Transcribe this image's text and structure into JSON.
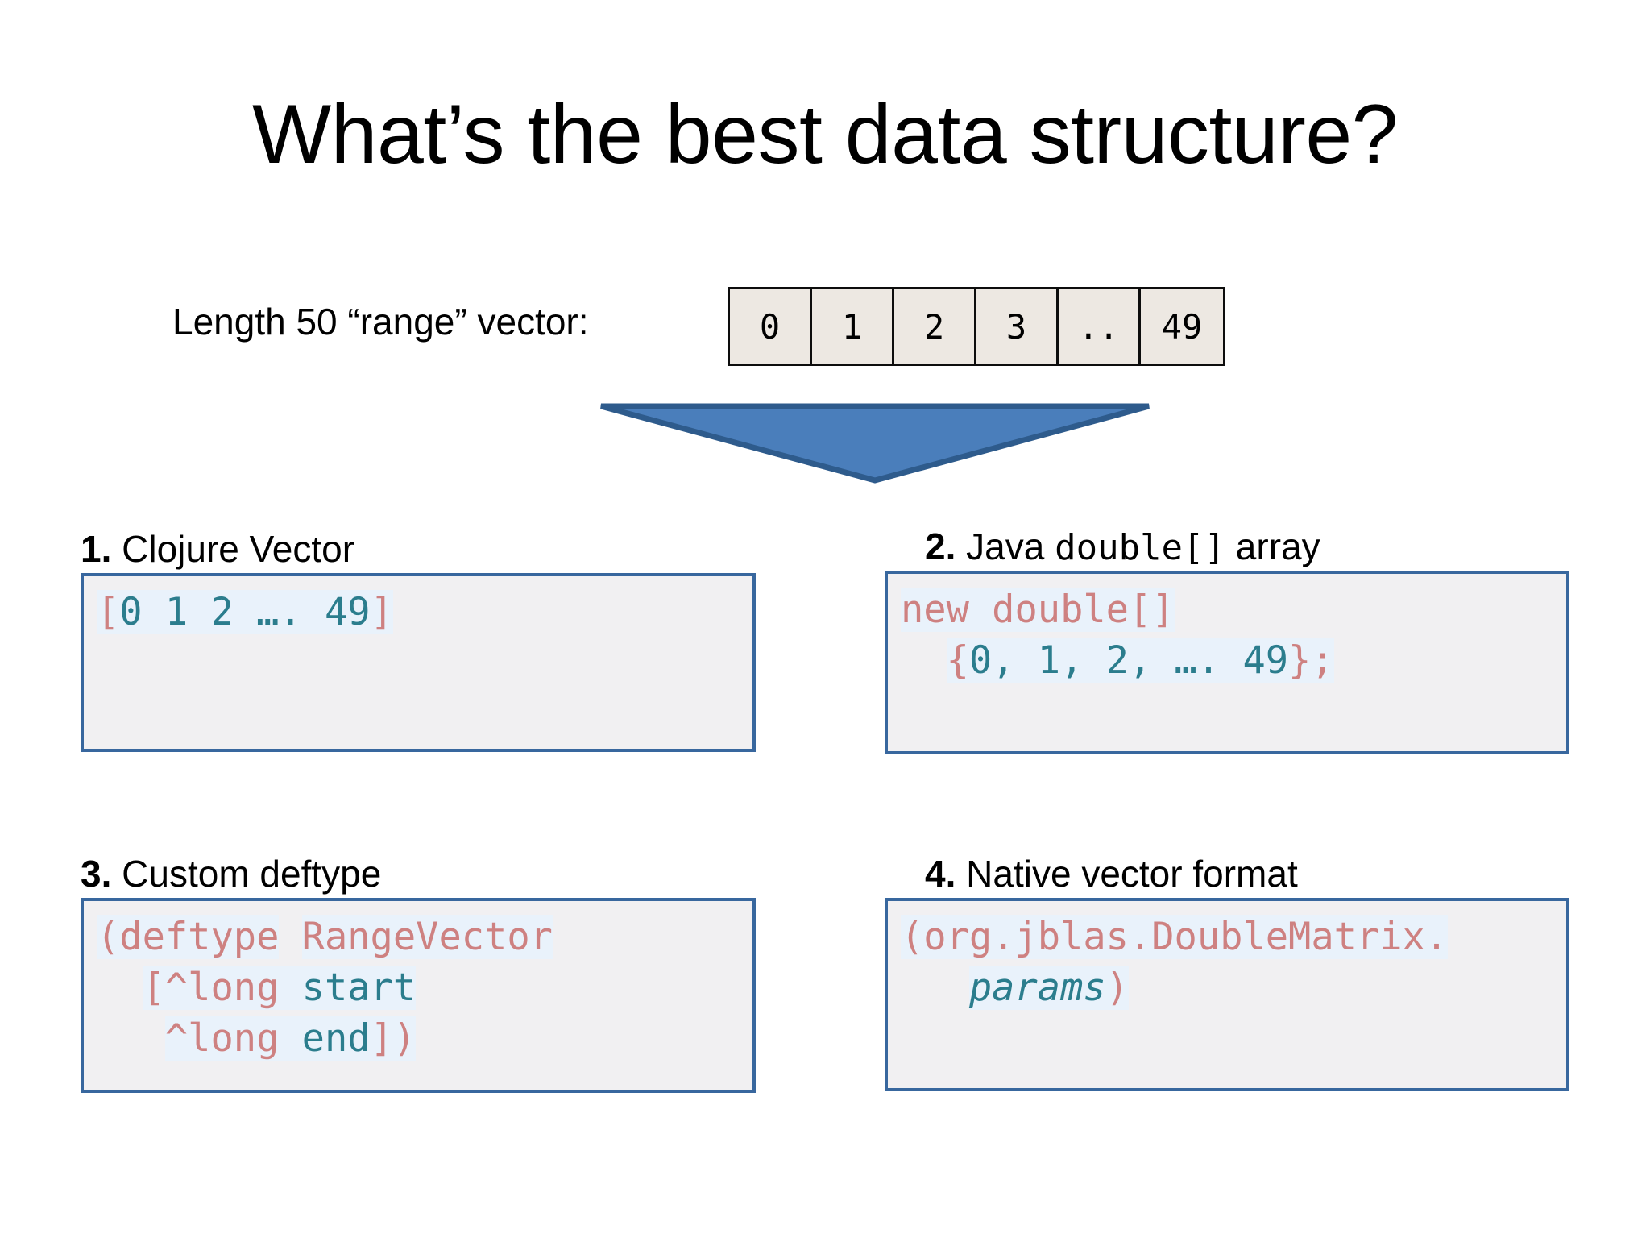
{
  "slide": {
    "title": "What’s the best data structure?"
  },
  "range_vector": {
    "label": "Length 50 “range” vector:",
    "cells": [
      "0",
      "1",
      "2",
      "3",
      "..",
      "49"
    ]
  },
  "arrow": {
    "icon": "down-triangle-arrow",
    "fill": "#4A7EBB",
    "stroke": "#2E5B8C"
  },
  "colors": {
    "box_border": "#38679E",
    "box_background": "#F1F0F2",
    "code_highlight": "#E9F2FB",
    "code_pink": "#CE8181",
    "code_teal": "#2B7D8D",
    "cell_background": "#EDE8E2",
    "cell_border": "#0D0D0D"
  },
  "options": [
    {
      "number": "1.",
      "title": "Clojure Vector",
      "title_mono": "",
      "title_tail": "",
      "code_lines": [
        [
          {
            "t": "[",
            "c": "pink",
            "hl": true
          },
          {
            "t": "0 1 2 …. 49",
            "c": "teal",
            "hl": true
          },
          {
            "t": "]",
            "c": "pink",
            "hl": true
          }
        ]
      ]
    },
    {
      "number": "2.",
      "title": "Java ",
      "title_mono": "double[]",
      "title_tail": " array",
      "code_lines": [
        [
          {
            "t": "new double",
            "c": "pink",
            "hl": true
          },
          {
            "t": "[]",
            "c": "pink",
            "hl": true
          }
        ],
        [
          {
            "t": "  ",
            "c": "pink",
            "hl": false
          },
          {
            "t": "{",
            "c": "pink",
            "hl": true
          },
          {
            "t": "0, 1, 2, …. 49",
            "c": "teal",
            "hl": true
          },
          {
            "t": "};",
            "c": "pink",
            "hl": true
          }
        ]
      ]
    },
    {
      "number": "3.",
      "title": "Custom deftype",
      "title_mono": "",
      "title_tail": "",
      "code_lines": [
        [
          {
            "t": "(deftype",
            "c": "pink",
            "hl": true
          },
          {
            "t": " ",
            "c": "pink",
            "hl": false
          },
          {
            "t": "RangeVector",
            "c": "pink",
            "hl": true
          }
        ],
        [
          {
            "t": "  ",
            "c": "pink",
            "hl": false
          },
          {
            "t": "[^long ",
            "c": "pink",
            "hl": true
          },
          {
            "t": "start",
            "c": "teal",
            "hl": true
          }
        ],
        [
          {
            "t": "   ",
            "c": "pink",
            "hl": false
          },
          {
            "t": "^long ",
            "c": "pink",
            "hl": true
          },
          {
            "t": "end",
            "c": "teal",
            "hl": true
          },
          {
            "t": "])",
            "c": "pink",
            "hl": true
          }
        ]
      ]
    },
    {
      "number": "4.",
      "title": "Native vector format",
      "title_mono": "",
      "title_tail": "",
      "code_lines": [
        [
          {
            "t": "(org.jblas.DoubleMatrix.",
            "c": "pink",
            "hl": true
          }
        ],
        [
          {
            "t": "   ",
            "c": "pink",
            "hl": false
          },
          {
            "t": "params",
            "c": "teal",
            "hl": true,
            "i": true
          },
          {
            "t": ")",
            "c": "pink",
            "hl": true
          }
        ]
      ]
    }
  ]
}
